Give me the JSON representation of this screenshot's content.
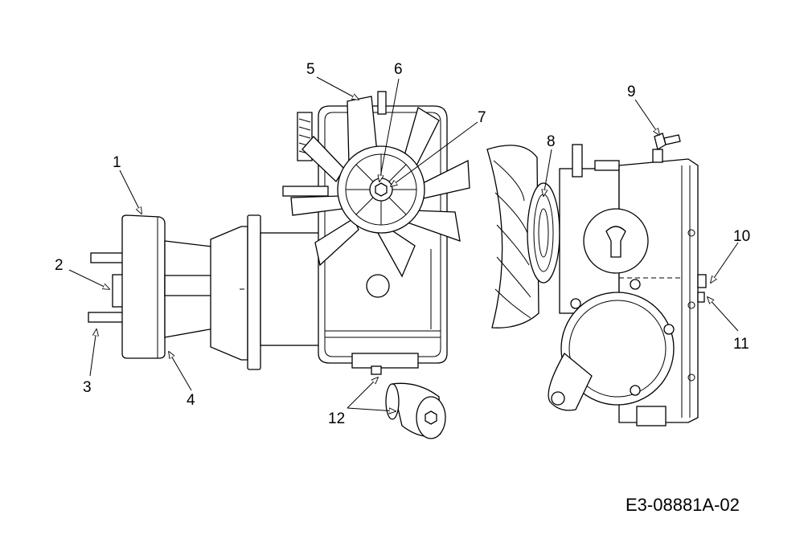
{
  "diagram": {
    "drawing_code": "E3-08881A-02",
    "callouts": [
      {
        "id": "1",
        "label": "1"
      },
      {
        "id": "2",
        "label": "2"
      },
      {
        "id": "3",
        "label": "3"
      },
      {
        "id": "4",
        "label": "4"
      },
      {
        "id": "5",
        "label": "5"
      },
      {
        "id": "6",
        "label": "6"
      },
      {
        "id": "7",
        "label": "7"
      },
      {
        "id": "8",
        "label": "8"
      },
      {
        "id": "9",
        "label": "9"
      },
      {
        "id": "10",
        "label": "10"
      },
      {
        "id": "11",
        "label": "11"
      },
      {
        "id": "12",
        "label": "12"
      }
    ]
  }
}
